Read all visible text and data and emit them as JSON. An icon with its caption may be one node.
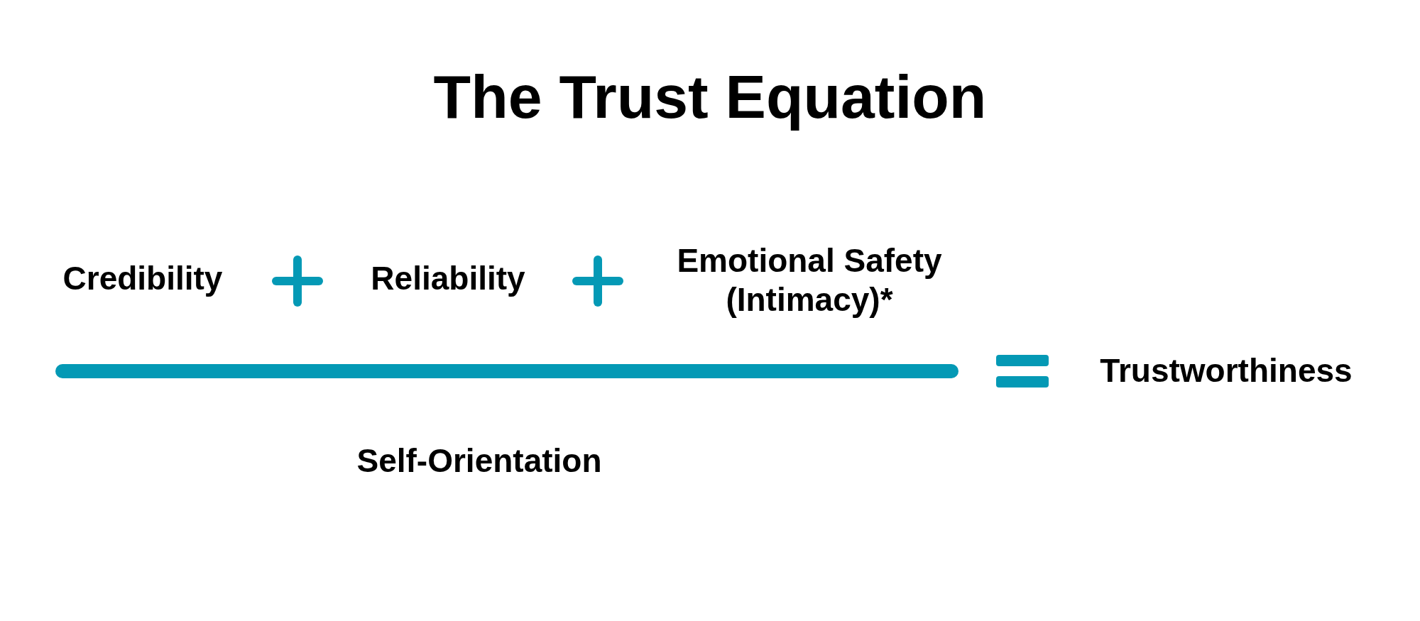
{
  "diagram": {
    "title": "The Trust Equation",
    "labels": [
      "Credibility",
      "Reliability",
      "Emotional Safety (Intimacy)*",
      "Self-Orientation",
      "Trustworthiness"
    ]
  }
}
